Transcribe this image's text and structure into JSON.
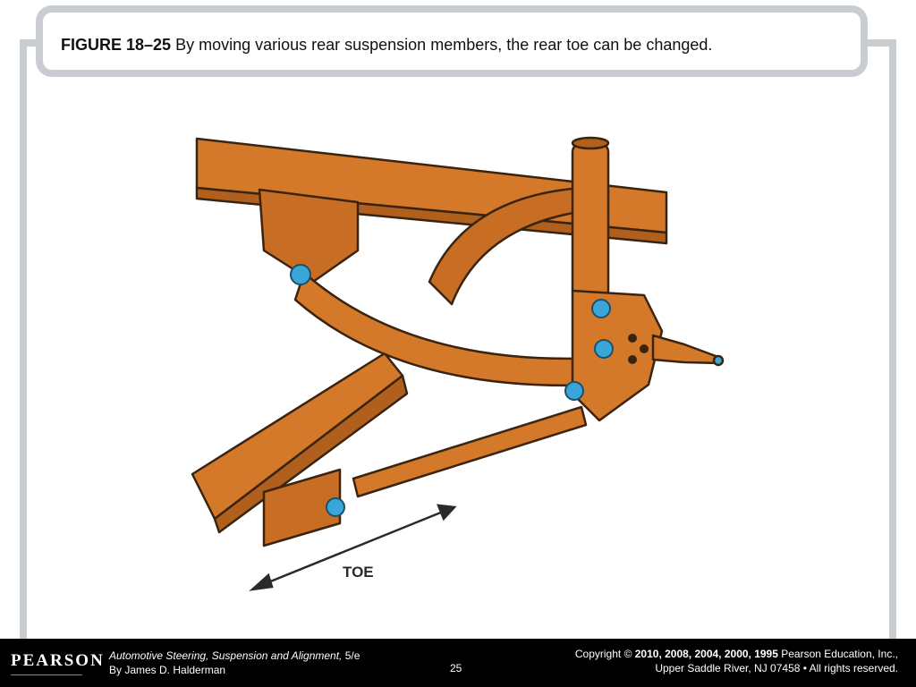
{
  "caption": {
    "figure_label": "FIGURE 18–25",
    "text": " By moving various rear suspension members, the rear toe can be changed."
  },
  "figure": {
    "toe_label": "TOE",
    "colors": {
      "metal": "#d4792a",
      "metal_dark": "#b0601c",
      "outline": "#3a2410",
      "bolt": "#3aa6d8"
    }
  },
  "footer": {
    "logo": "PEARSON",
    "book_title": "Automotive Steering, Suspension and Alignment,",
    "book_edition": " 5/e",
    "author": "By James D. Halderman",
    "page_number": "25",
    "copyright_prefix": "Copyright © ",
    "copyright_years": "2010, 2008, 2004, 2000, 1995",
    "copyright_suffix": " Pearson Education, Inc.,",
    "address": "Upper Saddle River, NJ 07458 • All rights reserved."
  }
}
